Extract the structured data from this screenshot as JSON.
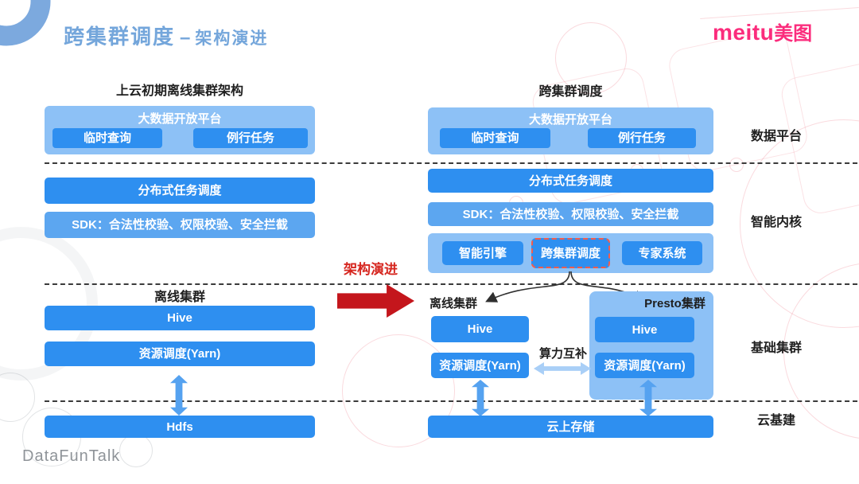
{
  "slide": {
    "header": {
      "title": "跨集群调度",
      "dash": "–",
      "subtitle": "架构演进",
      "logo_en": "meitu",
      "logo_cn": "美图"
    },
    "left_diagram": {
      "title": "上云初期离线集群架构",
      "platform_label": "大数据开放平台",
      "adhoc_query": "临时查询",
      "routine_task": "例行任务",
      "scheduler": "分布式任务调度",
      "sdk": "SDK：合法性校验、权限校验、安全拦截",
      "cluster_title": "离线集群",
      "hive": "Hive",
      "yarn": "资源调度(Yarn)",
      "storage": "Hdfs"
    },
    "transition_label": "架构演进",
    "right_diagram": {
      "title": "跨集群调度",
      "platform_label": "大数据开放平台",
      "adhoc_query": "临时查询",
      "routine_task": "例行任务",
      "scheduler": "分布式任务调度",
      "sdk": "SDK：合法性校验、权限校验、安全拦截",
      "engine": "智能引擎",
      "cross_cluster": "跨集群调度",
      "expert": "专家系统",
      "offline_cluster_title": "离线集群",
      "offline_hive": "Hive",
      "offline_yarn": "资源调度(Yarn)",
      "presto_cluster_title": "Presto集群",
      "presto_hive": "Hive",
      "presto_yarn": "资源调度(Yarn)",
      "exchange_label": "算力互补",
      "storage": "云上存储"
    },
    "layer_labels": {
      "data_platform": "数据平台",
      "smart_kernel": "智能内核",
      "base_cluster": "基础集群",
      "cloud_infra": "云基建"
    },
    "footer_watermark": "DataFunTalk",
    "colors": {
      "primary_blue": "#2E8FF0",
      "light_panel_blue": "#8DC1F6",
      "sdk_blue": "#5CA6F0",
      "arrow_blue": "#55A2F0",
      "pale_arrow_blue": "#A9CFF7",
      "title_blue": "#74A6DB",
      "transition_red": "#C4161C",
      "dashed_red": "#F45B4B",
      "brand_pink": "#FB2C7C"
    }
  }
}
